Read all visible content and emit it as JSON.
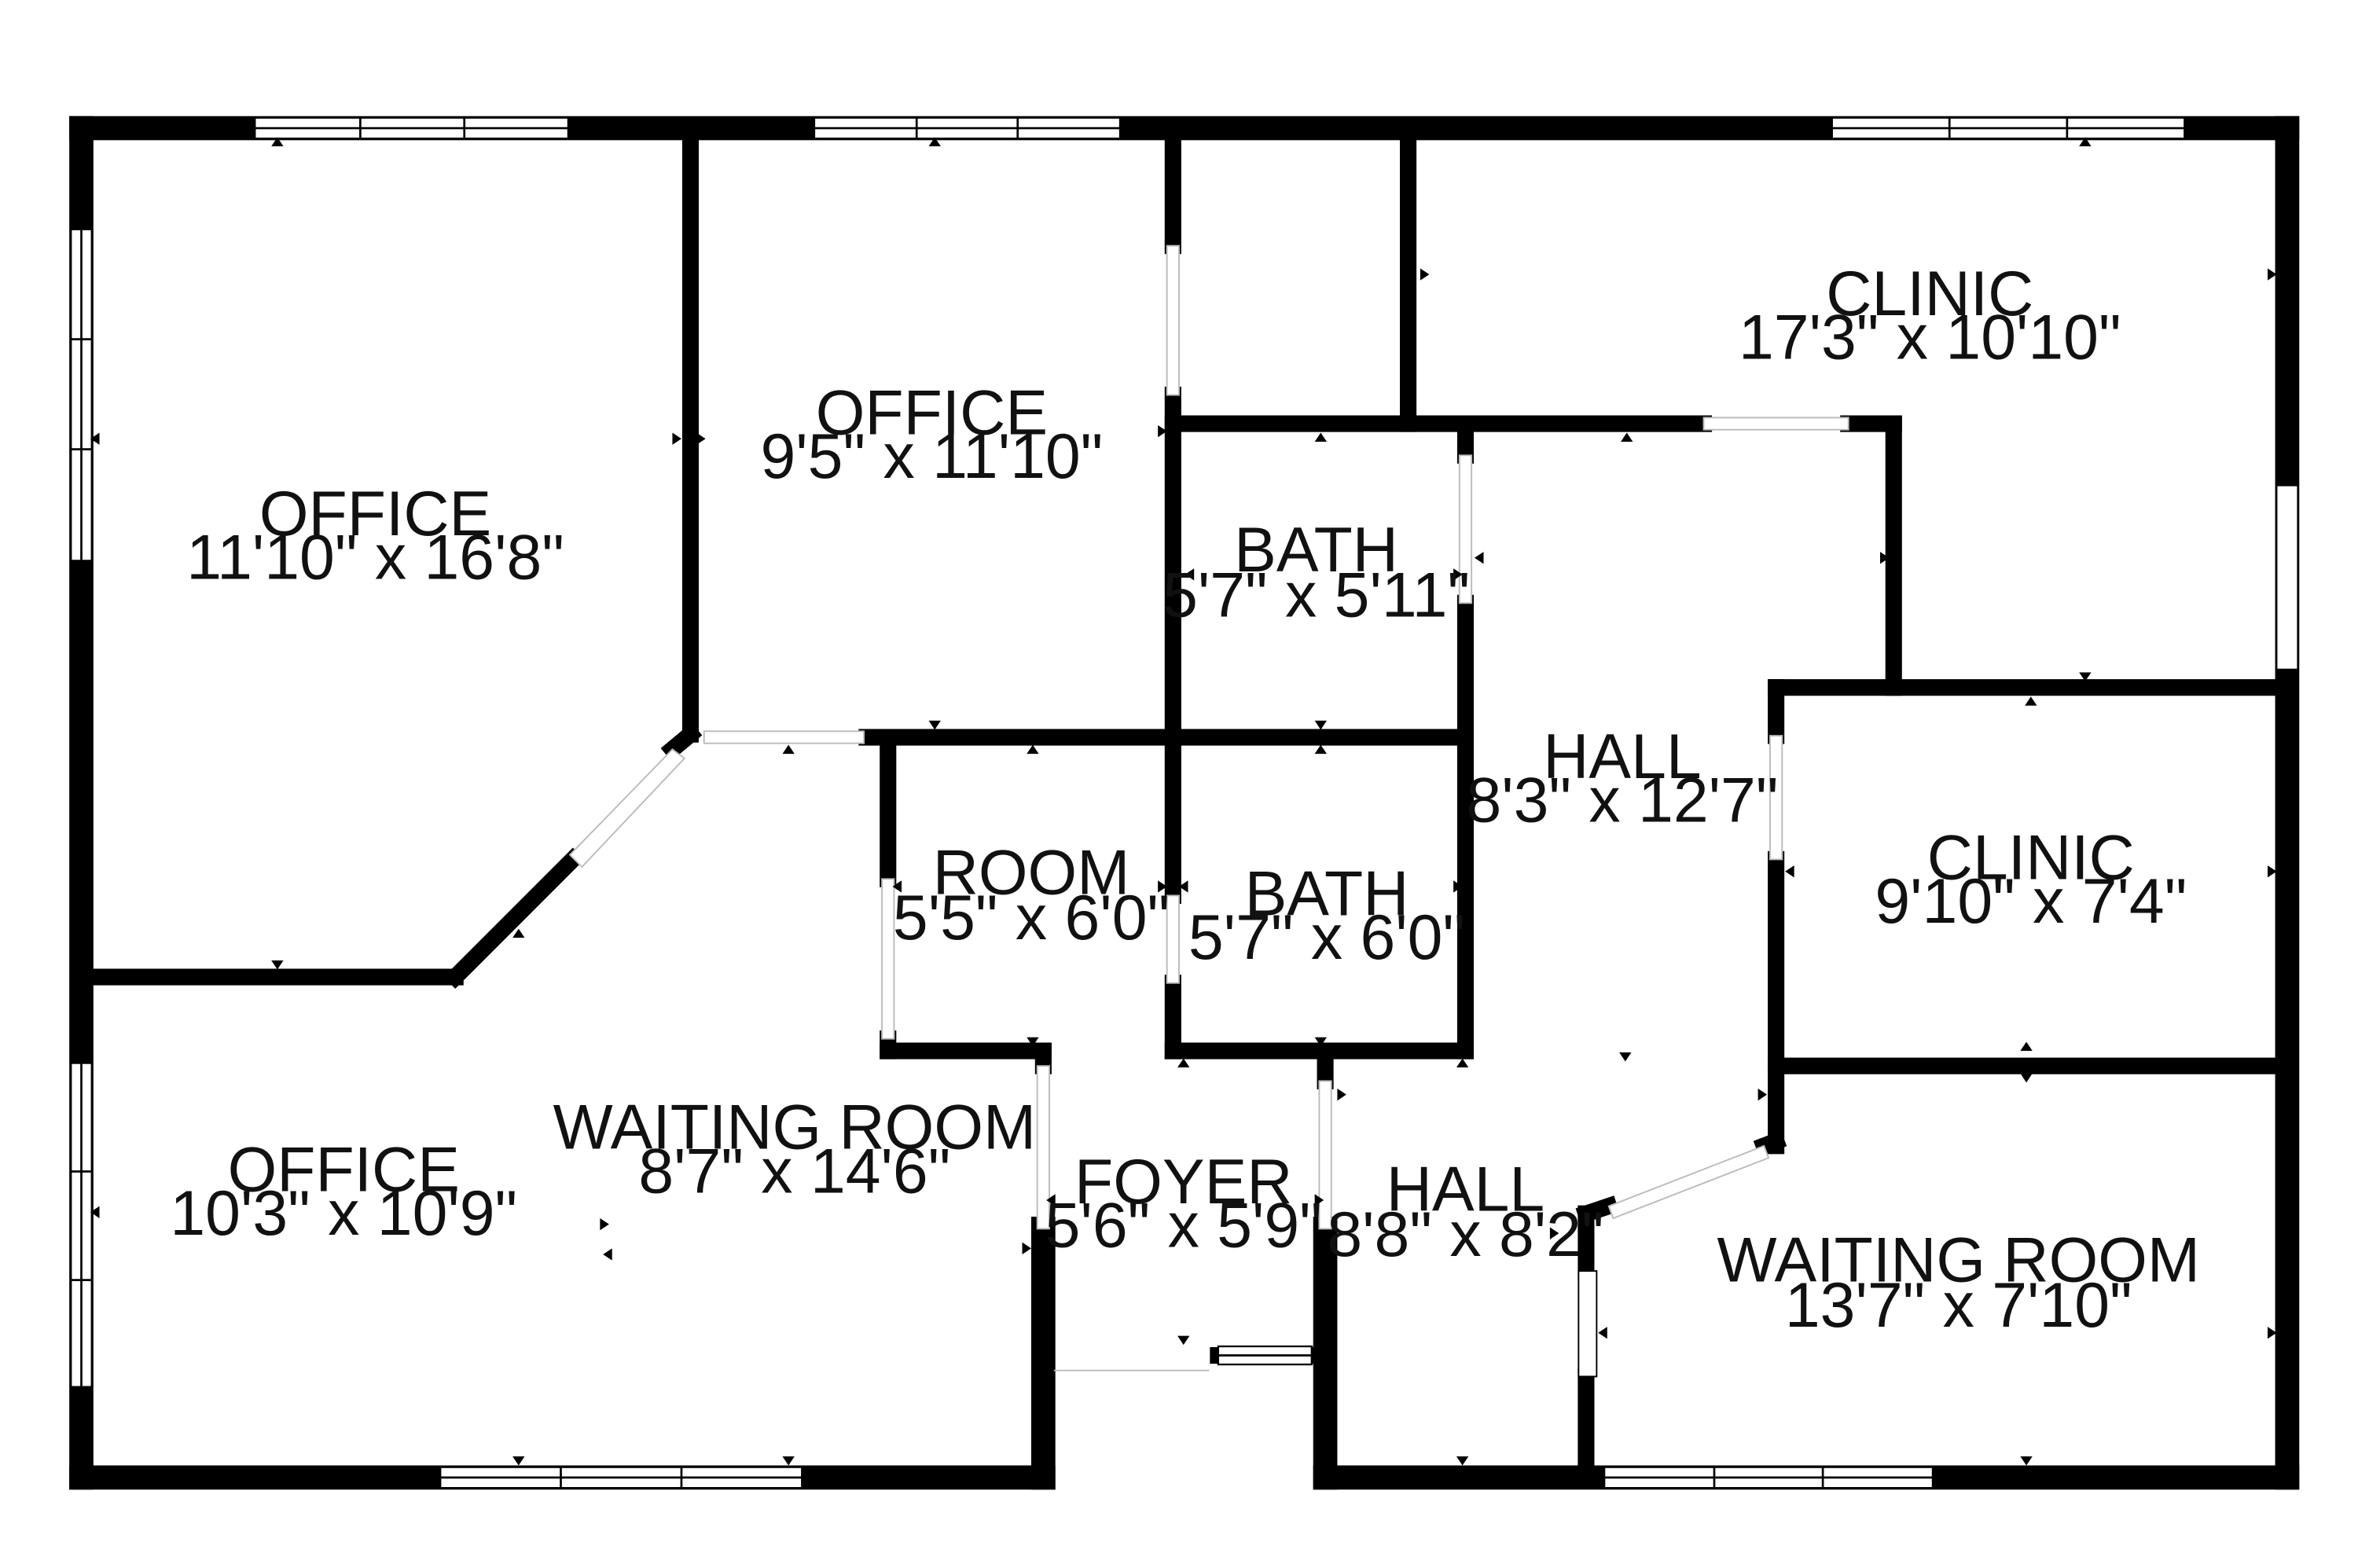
{
  "rooms": [
    {
      "name": "OFFICE",
      "dims": "11'10\" x 16'8\""
    },
    {
      "name": "OFFICE",
      "dims": "9'5\" x 11'10\""
    },
    {
      "name": "CLINIC",
      "dims": "17'3\" x 10'10\""
    },
    {
      "name": "BATH",
      "dims": "5'7\" x 5'11\""
    },
    {
      "name": "HALL",
      "dims": "8'3\" x 12'7\""
    },
    {
      "name": "ROOM",
      "dims": "5'5\" x 6'0\""
    },
    {
      "name": "BATH",
      "dims": "5'7\" x 6'0\""
    },
    {
      "name": "CLINIC",
      "dims": "9'10\" x 7'4\""
    },
    {
      "name": "WAITING ROOM",
      "dims": "8'7\" x 14'6\""
    },
    {
      "name": "OFFICE",
      "dims": "10'3\" x 10'9\""
    },
    {
      "name": "FOYER",
      "dims": "5'6\" x 5'9\""
    },
    {
      "name": "HALL",
      "dims": "8'8\" x 8'2\""
    },
    {
      "name": "WAITING ROOM",
      "dims": "13'7\" x 7'10\""
    }
  ],
  "colors": {
    "wall": "#000000",
    "background": "#ffffff",
    "window": "#ffffff"
  }
}
